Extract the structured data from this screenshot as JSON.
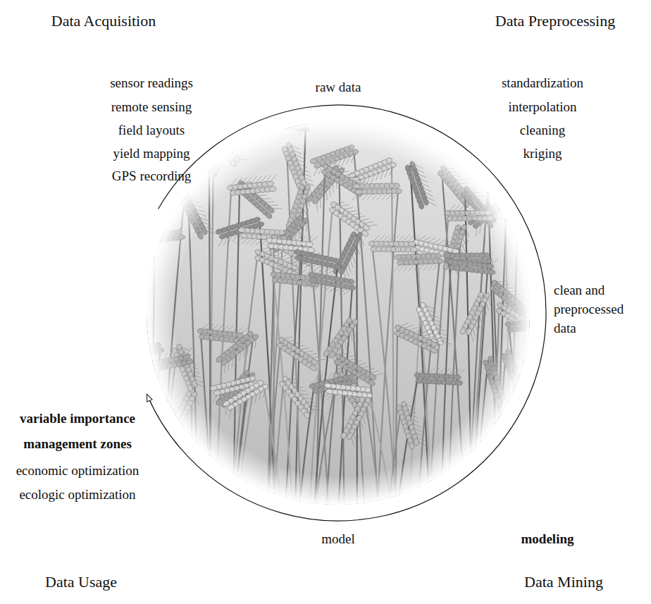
{
  "diagram": {
    "labels": [
      "Data Acquisition",
      "Data Preprocessing",
      "sensor readings",
      "remote sensing",
      "field layouts",
      "yield mapping",
      "GPS recording",
      "raw data",
      "standardization",
      "interpolation",
      "cleaning",
      "kriging",
      "clean and preprocessed data",
      "variable importance",
      "management zones",
      "economic optimization",
      "ecologic optimization",
      "model",
      "modeling",
      "Data Usage",
      "Data Mining"
    ]
  }
}
